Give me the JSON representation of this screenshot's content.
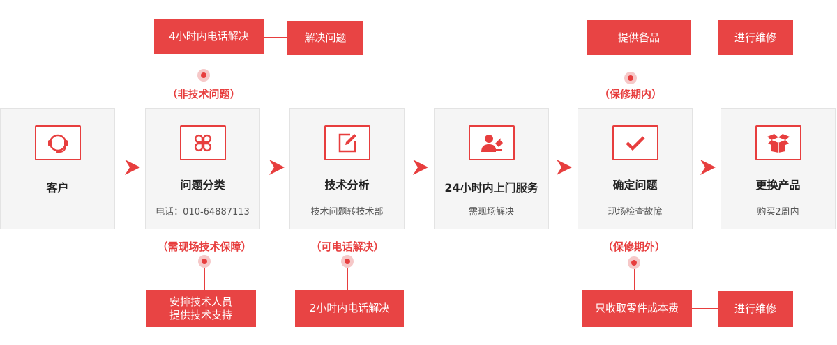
{
  "steps": [
    {
      "title": "客户",
      "sub": "",
      "icon": "headset-icon"
    },
    {
      "title": "问题分类",
      "sub": "电话：010-64887113",
      "icon": "category-icon"
    },
    {
      "title": "技术分析",
      "sub": "技术问题转技术部",
      "icon": "edit-icon"
    },
    {
      "title": "24小时内上门服务",
      "sub": "需现场解决",
      "icon": "engineer-icon"
    },
    {
      "title": "确定问题",
      "sub": "现场检查故障",
      "icon": "check-icon"
    },
    {
      "title": "更换产品",
      "sub": "购买2周内",
      "icon": "box-icon"
    }
  ],
  "top": {
    "phone_fix": "4小时内电话解决",
    "resolve": "解决问题",
    "non_tech": "（非技术问题）",
    "spare": "提供备品",
    "repair": "进行维修",
    "warranty_in": "（保修期内）"
  },
  "bottom": {
    "onsite_tech": "（需现场技术保障）",
    "arrange_line1": "安排技术人员",
    "arrange_line2": "提供技术支持",
    "phone_ok": "（可电话解决）",
    "phone_2h": "2小时内电话解决",
    "warranty_out": "（保修期外）",
    "parts_cost": "只收取零件成本费",
    "repair": "进行维修"
  },
  "colors": {
    "accent": "#e84444",
    "card_bg": "#f5f5f5"
  }
}
